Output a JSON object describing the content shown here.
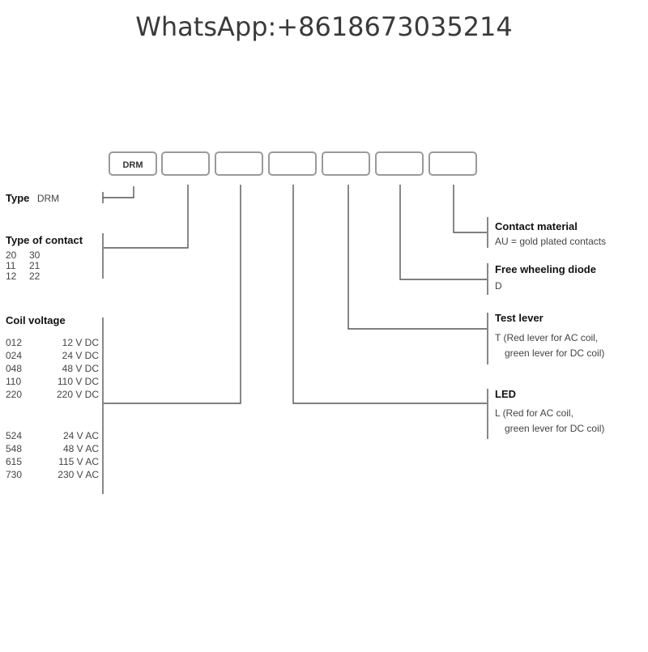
{
  "watermark": "WhatsApp:+8618673035214",
  "code_box_label": "DRM",
  "type": {
    "heading": "Type",
    "value": "DRM"
  },
  "contact": {
    "heading": "Type of contact",
    "codes": [
      "20",
      "30",
      "11",
      "21",
      "12",
      "22"
    ]
  },
  "coil": {
    "heading": "Coil voltage",
    "rows": [
      {
        "code": "012",
        "value": "12 V DC"
      },
      {
        "code": "024",
        "value": "24 V DC"
      },
      {
        "code": "048",
        "value": "48 V DC"
      },
      {
        "code": "110",
        "value": "110 V DC"
      },
      {
        "code": "220",
        "value": "220 V DC"
      },
      {
        "code": "524",
        "value": "24 V AC"
      },
      {
        "code": "548",
        "value": "48 V AC"
      },
      {
        "code": "615",
        "value": "115 V AC"
      },
      {
        "code": "730",
        "value": "230 V AC"
      }
    ]
  },
  "led": {
    "heading": "LED",
    "lines": [
      "L (Red for AC coil,",
      "green lever for DC coil)"
    ]
  },
  "test_lever": {
    "heading": "Test lever",
    "lines": [
      "T (Red lever for AC coil,",
      "green lever for DC coil)"
    ]
  },
  "diode": {
    "heading": "Free wheeling diode",
    "lines": [
      "D"
    ]
  },
  "contact_material": {
    "heading": "Contact material",
    "lines": [
      "AU = gold plated contacts"
    ]
  }
}
